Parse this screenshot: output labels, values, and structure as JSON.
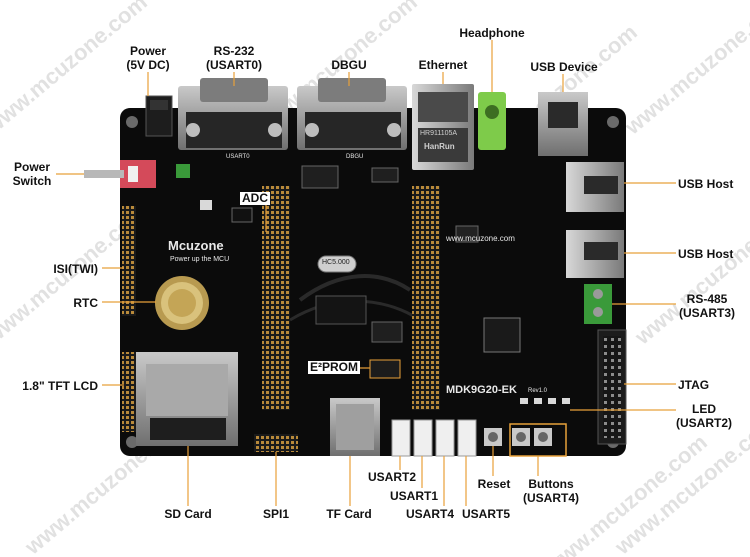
{
  "watermark": "www.mcuzone.com",
  "labels": {
    "power": [
      "Power",
      "(5V DC)"
    ],
    "rs232": [
      "RS-232",
      "(USART0)"
    ],
    "dbgu": "DBGU",
    "ethernet": "Ethernet",
    "headphone": "Headphone",
    "usb_device": "USB Device",
    "power_switch": [
      "Power",
      "Switch"
    ],
    "adc": "ADC",
    "usb_host_1": "USB Host",
    "usb_host_2": "USB Host",
    "isi": "ISI(TWI)",
    "rtc": "RTC",
    "rs485": [
      "RS-485",
      "(USART3)"
    ],
    "eeprom": "E²PROM",
    "tft_lcd": "1.8\" TFT LCD",
    "jtag": "JTAG",
    "led": [
      "LED",
      "(USART2)"
    ],
    "usart2": "USART2",
    "reset": "Reset",
    "buttons": [
      "Buttons",
      "(USART4)"
    ],
    "usart1": "USART1",
    "usart4": "USART4",
    "usart5": "USART5",
    "sd_card": "SD Card",
    "spi1": "SPI1",
    "tf_card": "TF Card"
  },
  "board": {
    "brand": "Mcuzone",
    "tagline": "Power up the MCU",
    "url": "www.mcuzone.com",
    "model": "MDK9G20-EK",
    "revision": "Rev1.0",
    "ethernet_jack_text": [
      "HR911105A",
      "HanRun"
    ],
    "crystal_text": "HC5.000",
    "port_labels": {
      "usart0": "USART0",
      "dbgu": "DBGU"
    }
  },
  "colors": {
    "pcb": "#0b0b0b",
    "silkscreen": "#e8e8e8",
    "header_gold": "#b98a3a",
    "terminal_green": "#3a9a3a",
    "connector_metal": "#9a9a9a",
    "switch_red": "#d44a5a",
    "headphone_green": "#7ecb4a",
    "leader_line": "#e8a13a"
  }
}
